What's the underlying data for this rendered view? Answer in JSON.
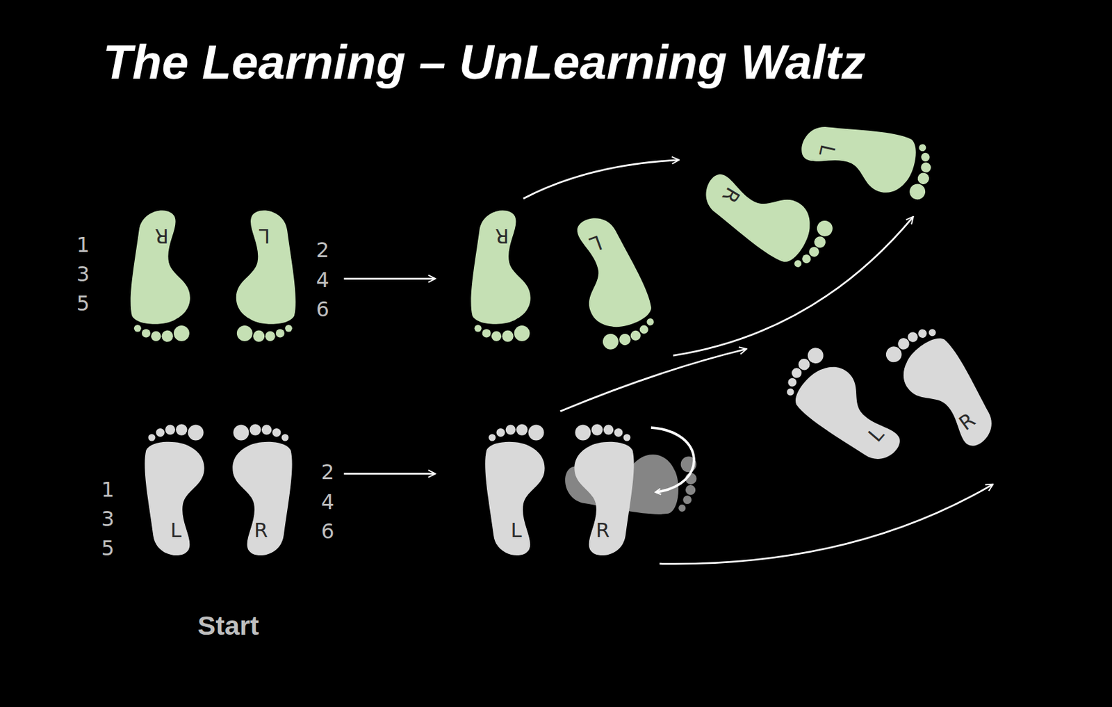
{
  "diagram": {
    "title": "The Learning – UnLearning Waltz",
    "nodes": [
      {
        "text": [
          "R"
        ]
      },
      {
        "text": [
          "L"
        ]
      },
      {
        "text": [
          "R"
        ]
      },
      {
        "text": [
          "L"
        ]
      },
      {
        "text": [
          "R"
        ]
      },
      {
        "text": [
          "L"
        ]
      },
      {
        "text": [
          "L"
        ]
      },
      {
        "text": [
          "R"
        ]
      },
      {
        "text": [
          "L"
        ]
      },
      {
        "text": [
          "R"
        ]
      },
      {
        "text": [
          "L"
        ]
      },
      {
        "text": [
          "R"
        ]
      }
    ],
    "edges": [
      {
        "from": 1,
        "to": 2,
        "arrow": "to"
      },
      {
        "from": 2,
        "to": 4,
        "arrow": "to"
      },
      {
        "from": 3,
        "to": 5,
        "arrow": "to"
      },
      {
        "from": 7,
        "to": 8,
        "arrow": "to"
      },
      {
        "from": 8,
        "to": 10,
        "arrow": "to"
      },
      {
        "from": 9,
        "to": 11,
        "arrow": "to"
      }
    ],
    "labels": [
      "1",
      "3",
      "5",
      "2",
      "4",
      "6",
      "1",
      "3",
      "5",
      "2",
      "4",
      "6",
      "Start"
    ]
  }
}
